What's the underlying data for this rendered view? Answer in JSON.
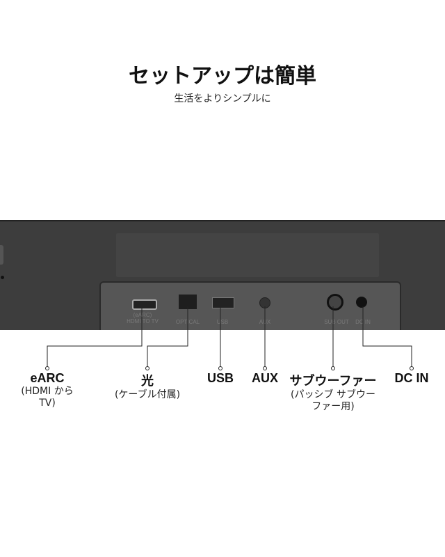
{
  "header": {
    "title": "セットアップは簡単",
    "subtitle": "生活をよりシンプルに"
  },
  "ports_panel": {
    "hdmi": "(eARC)\nHDMI TO TV",
    "optical": "OPTICAL",
    "usb": "USB",
    "aux": "AUX",
    "sub_out": "SUB OUT",
    "dc_in": "DC IN"
  },
  "callouts": [
    {
      "label": "eARC",
      "sub": "(HDMI から TV)"
    },
    {
      "label": "光",
      "sub": "(ケーブル付属)"
    },
    {
      "label": "USB",
      "sub": ""
    },
    {
      "label": "AUX",
      "sub": ""
    },
    {
      "label": "サブウーファー",
      "sub": "(パッシブ サブウーファー用)"
    },
    {
      "label": "DC IN",
      "sub": ""
    }
  ]
}
